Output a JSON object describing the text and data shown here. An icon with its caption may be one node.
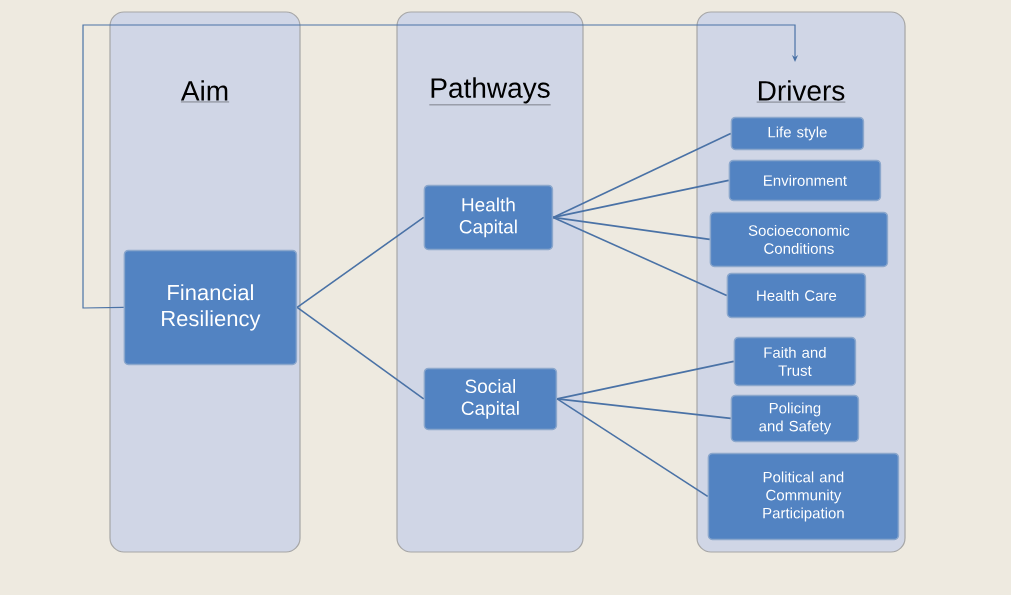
{
  "diagram": {
    "nodes": [
      {
        "text": [
          "Aim"
        ]
      },
      {
        "text": [
          "Pathways"
        ]
      },
      {
        "text": [
          "Drivers"
        ]
      },
      {
        "text": [
          "Financial Resiliency"
        ],
        "in": 0
      },
      {
        "text": [
          "Health Capital"
        ],
        "in": 1
      },
      {
        "text": [
          "Social Capital"
        ],
        "in": 1
      },
      {
        "text": [
          "Life style"
        ],
        "in": 2
      },
      {
        "text": [
          "Environment"
        ],
        "in": 2
      },
      {
        "text": [
          "Socioeconomic Conditions"
        ],
        "in": 2
      },
      {
        "text": [
          "Health Care"
        ],
        "in": 2
      },
      {
        "text": [
          "Faith and Trust"
        ],
        "in": 2
      },
      {
        "text": [
          "Policing and Safety"
        ],
        "in": 2
      },
      {
        "text": [
          "Political and Community Participation"
        ],
        "in": 2
      }
    ],
    "edges": [
      {
        "from": 3,
        "to": 4,
        "arrow": "none"
      },
      {
        "from": 3,
        "to": 5,
        "arrow": "none"
      },
      {
        "from": 4,
        "to": 6,
        "arrow": "none"
      },
      {
        "from": 4,
        "to": 7,
        "arrow": "none"
      },
      {
        "from": 4,
        "to": 8,
        "arrow": "none"
      },
      {
        "from": 4,
        "to": 9,
        "arrow": "none"
      },
      {
        "from": 5,
        "to": 10,
        "arrow": "none"
      },
      {
        "from": 5,
        "to": 11,
        "arrow": "none"
      },
      {
        "from": 5,
        "to": 12,
        "arrow": "none"
      },
      {
        "from": 3,
        "to": 2,
        "arrow": "to"
      }
    ]
  }
}
